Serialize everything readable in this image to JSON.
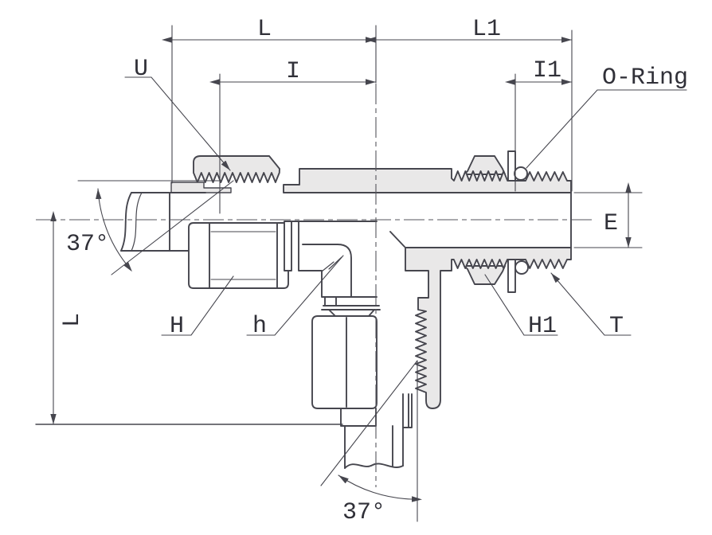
{
  "drawing": {
    "type": "technical-diagram",
    "subject": "37-degree flare tee fitting with O-ring boss, half-section view",
    "colors": {
      "line": "#46464e",
      "thin_line": "#55555c",
      "section_fill": "#e9e8e8",
      "background": "#ffffff",
      "text": "#303038"
    },
    "dimensions": {
      "L_top": "L",
      "L1": "L1",
      "I": "I",
      "I1": "I1",
      "E": "E",
      "L_vertical": "L",
      "angle_left": "37°",
      "angle_bottom": "37°"
    },
    "callouts": {
      "U": "U",
      "o_ring": "O-Ring",
      "H": "H",
      "h": "h",
      "H1": "H1",
      "T": "T"
    }
  }
}
